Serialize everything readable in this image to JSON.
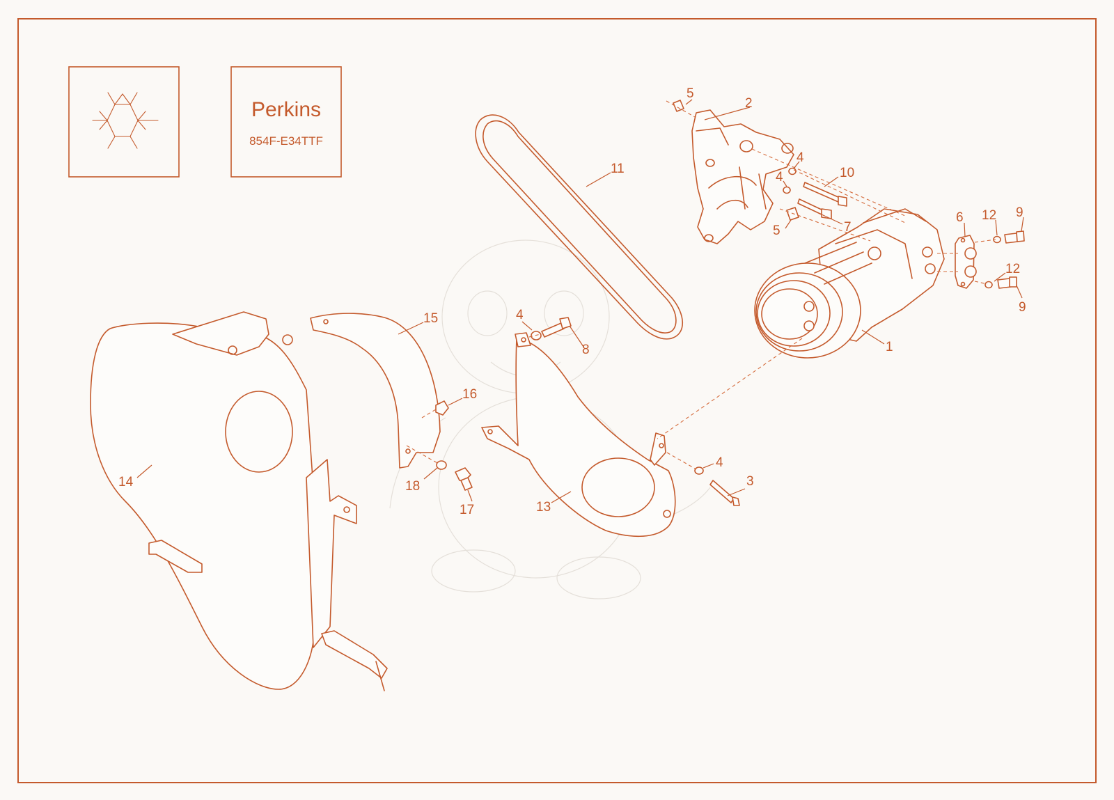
{
  "title_block": {
    "logo_icon": "snowflake-icon",
    "brand": "Perkins",
    "model": "854F-E34TTF"
  },
  "colors": {
    "linework": "#c45a2c",
    "paper": "#fbf9f6"
  },
  "callouts": {
    "c1": "1",
    "c2": "2",
    "c3": "3",
    "c4a": "4",
    "c4b": "4",
    "c4c": "4",
    "c4d": "4",
    "c5a": "5",
    "c5b": "5",
    "c6": "6",
    "c7": "7",
    "c8": "8",
    "c9a": "9",
    "c9b": "9",
    "c10": "10",
    "c11": "11",
    "c12a": "12",
    "c12b": "12",
    "c13": "13",
    "c14": "14",
    "c15": "15",
    "c16": "16",
    "c17": "17",
    "c18": "18"
  }
}
